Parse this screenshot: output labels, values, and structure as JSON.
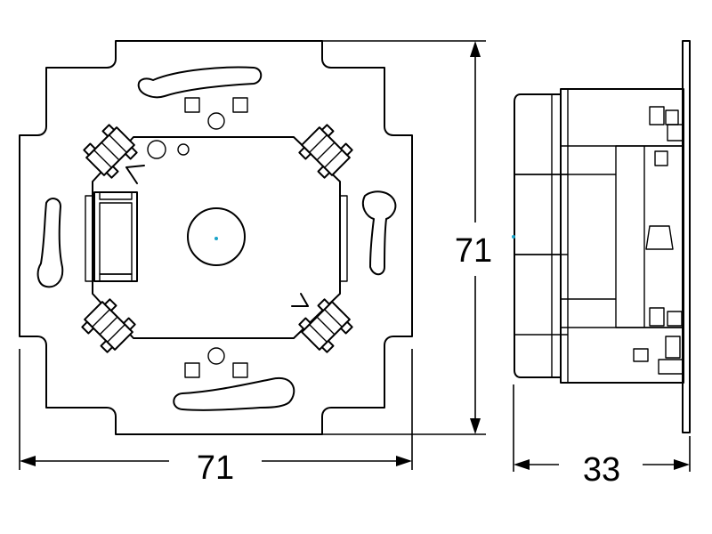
{
  "dimensions": {
    "width_label": "71",
    "height_label": "71",
    "depth_label": "33"
  },
  "colors": {
    "line": "#000000",
    "background": "#ffffff",
    "center_marker": "#1aa3c8"
  }
}
